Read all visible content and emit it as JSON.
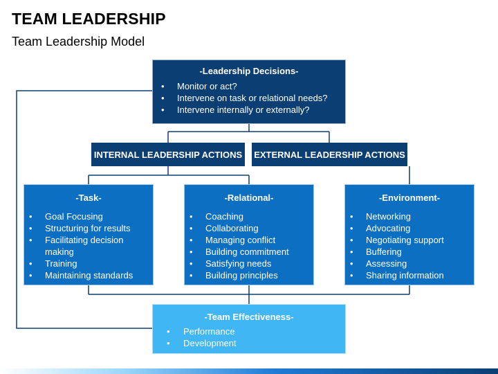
{
  "header": {
    "title": "TEAM LEADERSHIP",
    "subtitle": "Team Leadership Model"
  },
  "decisions": {
    "heading": "-Leadership Decisions-",
    "items": [
      "Monitor or act?",
      "Intervene on task or relational needs?",
      "Intervene internally or externally?"
    ]
  },
  "actions": {
    "internal": "INTERNAL LEADERSHIP ACTIONS",
    "external": "EXTERNAL LEADERSHIP ACTIONS"
  },
  "task": {
    "heading": "-Task-",
    "items": [
      "Goal Focusing",
      "Structuring for results",
      "Facilitating decision making",
      "Training",
      "Maintaining standards"
    ]
  },
  "relational": {
    "heading": "-Relational-",
    "items": [
      "Coaching",
      "Collaborating",
      "Managing conflict",
      "Building commitment",
      "Satisfying needs",
      "Building principles"
    ]
  },
  "environment": {
    "heading": "-Environment-",
    "items": [
      "Networking",
      "Advocating",
      "Negotiating support",
      "Buffering",
      "Assessing",
      "Sharing information"
    ]
  },
  "effectiveness": {
    "heading": "-Team Effectiveness-",
    "items": [
      "Performance",
      "Development"
    ]
  },
  "colors": {
    "dark_navy": "#0b3e72",
    "medium_blue": "#0d6fc2",
    "light_blue": "#41b6f4",
    "connector": "#0b3e72"
  }
}
